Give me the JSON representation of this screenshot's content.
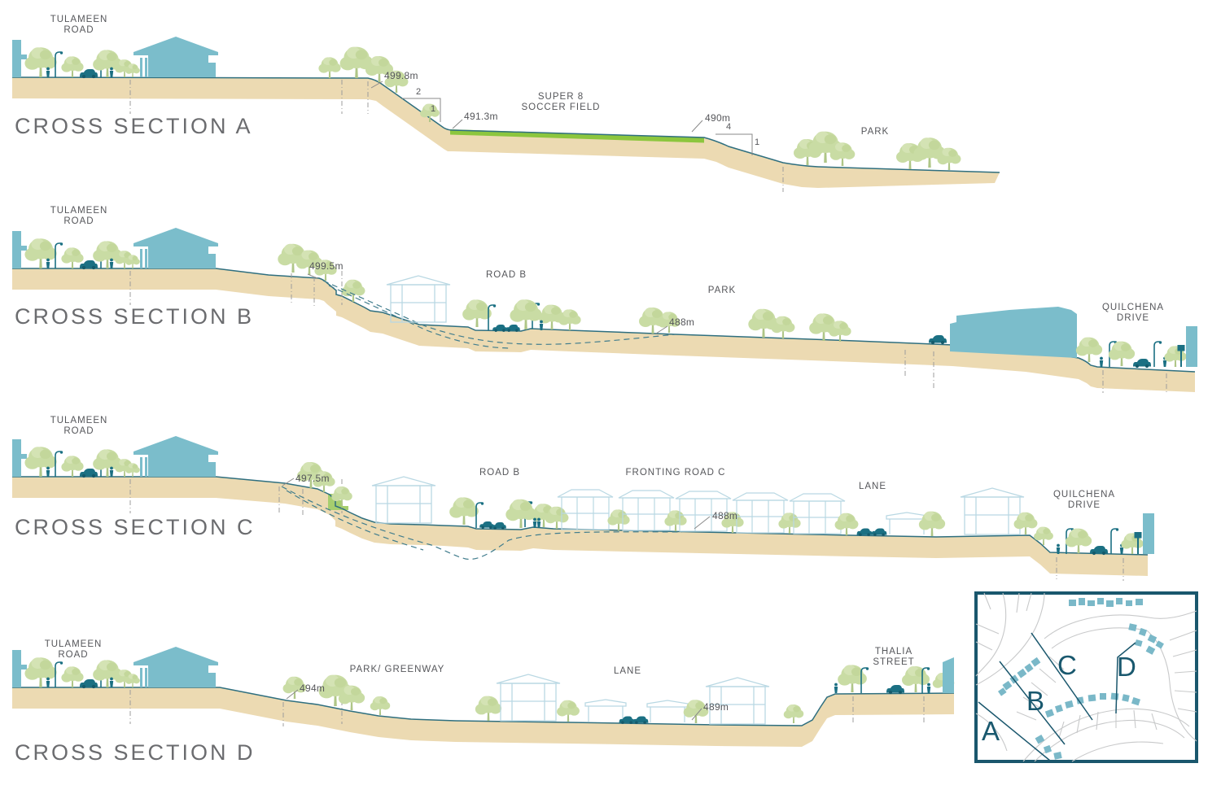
{
  "sections": {
    "a": {
      "title": "CROSS SECTION A",
      "street_line1": "TULAMEEN",
      "street_line2": "ROAD",
      "elev_top": "499.8m",
      "slope_left_h": "2",
      "slope_left_v": "1",
      "elev_field": "491.3m",
      "field_line1": "SUPER 8",
      "field_line2": "SOCCER FIELD",
      "elev_right": "490m",
      "slope_right_h": "4",
      "slope_right_v": "1",
      "park_label": "PARK"
    },
    "b": {
      "title": "CROSS SECTION B",
      "street_line1": "TULAMEEN",
      "street_line2": "ROAD",
      "elev_top": "499.5m",
      "road_b_label": "ROAD B",
      "park_label": "PARK",
      "elev_park": "488m",
      "quilchena_line1": "QUILCHENA",
      "quilchena_line2": "DRIVE"
    },
    "c": {
      "title": "CROSS SECTION C",
      "street_line1": "TULAMEEN",
      "street_line2": "ROAD",
      "elev_top": "497.5m",
      "road_b_label": "ROAD B",
      "fronting_label": "FRONTING ROAD C",
      "elev_mid": "488m",
      "lane_label": "LANE",
      "quilchena_line1": "QUILCHENA",
      "quilchena_line2": "DRIVE"
    },
    "d": {
      "title": "CROSS SECTION D",
      "street_line1": "TULAMEEN",
      "street_line2": "ROAD",
      "elev_left": "494m",
      "park_greenway_label": "PARK/ GREENWAY",
      "lane_label": "LANE",
      "elev_right": "489m",
      "thalia_line1": "THALIA",
      "thalia_line2": "STREET"
    }
  },
  "map_inset": {
    "section_a_letter": "A",
    "section_b_letter": "B",
    "section_c_letter": "C",
    "section_d_letter": "D"
  },
  "colors": {
    "terrain_fill": "#ECDAB2",
    "ground_line": "#2F6F7F",
    "building_solid": "#7BBDCB",
    "building_outline": "#B9D8E3",
    "tree_green": "#C9DCA4",
    "accent_teal": "#1B7083",
    "soccer_field_green": "#8CC63E",
    "title_gray": "#6B6C6F",
    "label_gray": "#55565A",
    "map_border_teal": "#1A576D",
    "map_street_gray": "#C8C9CA"
  }
}
